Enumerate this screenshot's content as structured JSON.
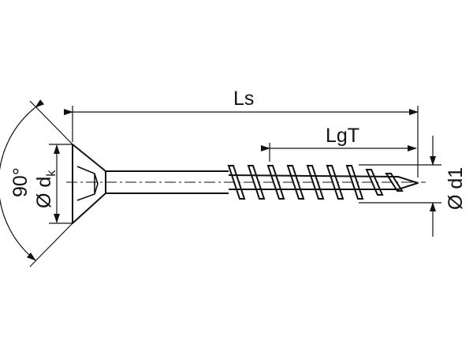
{
  "labels": {
    "overall_length": "Ls",
    "thread_length": "LgT",
    "head_angle": "90°",
    "head_diameter_prefix": "Ø d",
    "head_diameter_subscript": "k",
    "thread_diameter": "Ø d1"
  },
  "colors": {
    "line": "#111111",
    "background": "#ffffff"
  }
}
